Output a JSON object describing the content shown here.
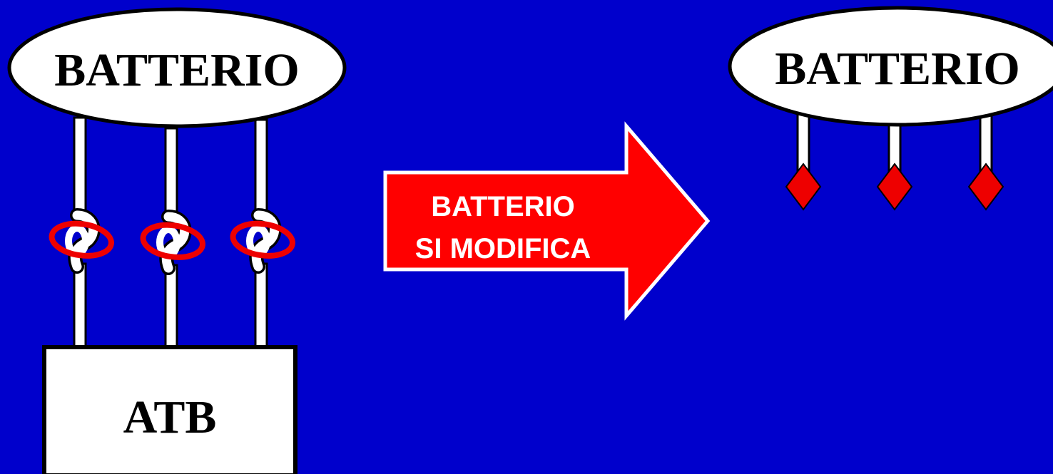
{
  "left": {
    "bacterium_label": "BATTERIO",
    "antibiotic_label": "ATB"
  },
  "arrow": {
    "line1": "BATTERIO",
    "line2": "SI MODIFICA"
  },
  "right": {
    "bacterium_label": "BATTERIO"
  },
  "colors": {
    "background": "#0000cc",
    "white": "#ffffff",
    "red": "#ee0000",
    "outline": "#000000"
  }
}
